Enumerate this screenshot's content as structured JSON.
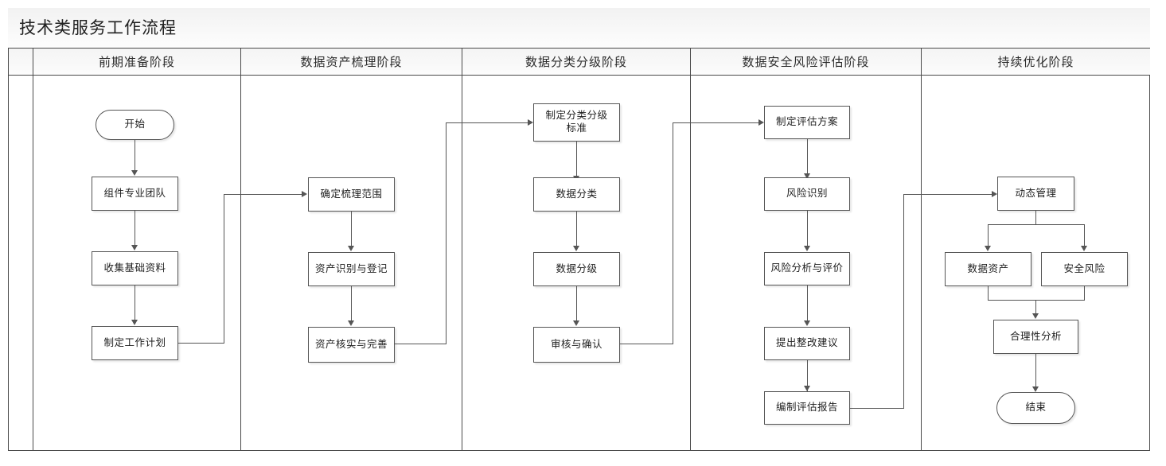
{
  "document": {
    "title": "技术类服务工作流程"
  },
  "lanes": [
    {
      "id": "spacer",
      "label": ""
    },
    {
      "id": "lane-1",
      "label": "前期准备阶段"
    },
    {
      "id": "lane-2",
      "label": "数据资产梳理阶段"
    },
    {
      "id": "lane-3",
      "label": "数据分类分级阶段"
    },
    {
      "id": "lane-4",
      "label": "数据安全风险评估阶段"
    },
    {
      "id": "lane-5",
      "label": "持续优化阶段"
    }
  ],
  "nodes": {
    "start": {
      "label": "开始",
      "shape": "terminator"
    },
    "team": {
      "label": "组件专业团队",
      "shape": "process"
    },
    "collect": {
      "label": "收集基础资料",
      "shape": "process"
    },
    "plan": {
      "label": "制定工作计划",
      "shape": "process"
    },
    "scope": {
      "label": "确定梳理范围",
      "shape": "process"
    },
    "identify": {
      "label": "资产识别与登记",
      "shape": "process"
    },
    "verify": {
      "label": "资产核实与完善",
      "shape": "process"
    },
    "standard": {
      "label": "制定分类分级\n标准",
      "shape": "process"
    },
    "classify": {
      "label": "数据分类",
      "shape": "process"
    },
    "grade": {
      "label": "数据分级",
      "shape": "process"
    },
    "review": {
      "label": "审核与确认",
      "shape": "process"
    },
    "assessplan": {
      "label": "制定评估方案",
      "shape": "process"
    },
    "riskid": {
      "label": "风险识别",
      "shape": "process"
    },
    "riskanalyze": {
      "label": "风险分析与评价",
      "shape": "process"
    },
    "rectify": {
      "label": "提出整改建议",
      "shape": "process"
    },
    "report": {
      "label": "编制评估报告",
      "shape": "process"
    },
    "dynamic": {
      "label": "动态管理",
      "shape": "process"
    },
    "dataasset": {
      "label": "数据资产",
      "shape": "process"
    },
    "securityrisk": {
      "label": "安全风险",
      "shape": "process"
    },
    "rational": {
      "label": "合理性分析",
      "shape": "process"
    },
    "end": {
      "label": "结束",
      "shape": "terminator"
    }
  },
  "colors": {
    "frame_border": "#4a4a4a",
    "node_border": "#555555",
    "node_fill": "#ffffff",
    "header_fill": "#f6f6f6",
    "text": "#1d1d1d"
  }
}
